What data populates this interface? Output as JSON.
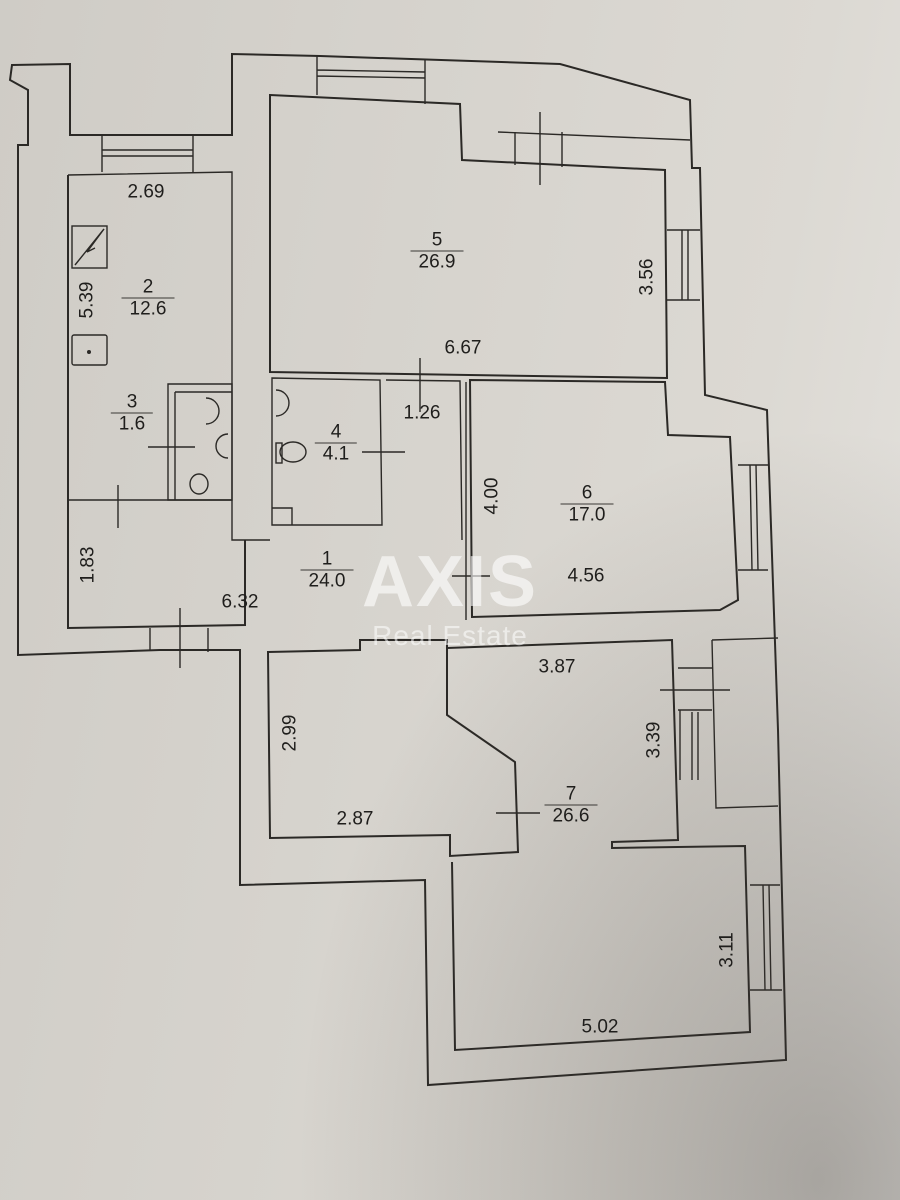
{
  "plan": {
    "rooms": [
      {
        "number": "1",
        "area": "24.0"
      },
      {
        "number": "2",
        "area": "12.6"
      },
      {
        "number": "3",
        "area": "1.6"
      },
      {
        "number": "4",
        "area": "4.1"
      },
      {
        "number": "5",
        "area": "26.9"
      },
      {
        "number": "6",
        "area": "17.0"
      },
      {
        "number": "7",
        "area": "26.6"
      }
    ],
    "dimensions": {
      "kitchen_width": "2.69",
      "kitchen_length": "5.39",
      "hall_depth": "1.83",
      "hall_length": "6.32",
      "living_width": "6.67",
      "living_depth": "3.56",
      "closet_width": "1.26",
      "room6_depth": "4.00",
      "room6_width": "4.56",
      "room7_top_width": "3.87",
      "room7_right_depth": "3.39",
      "alcove_depth": "2.99",
      "alcove_width": "2.87",
      "room7_bottom_depth": "3.11",
      "room7_bottom_width": "5.02"
    }
  },
  "watermark": {
    "brand": "AXIS",
    "subtitle": "Real Estate"
  }
}
